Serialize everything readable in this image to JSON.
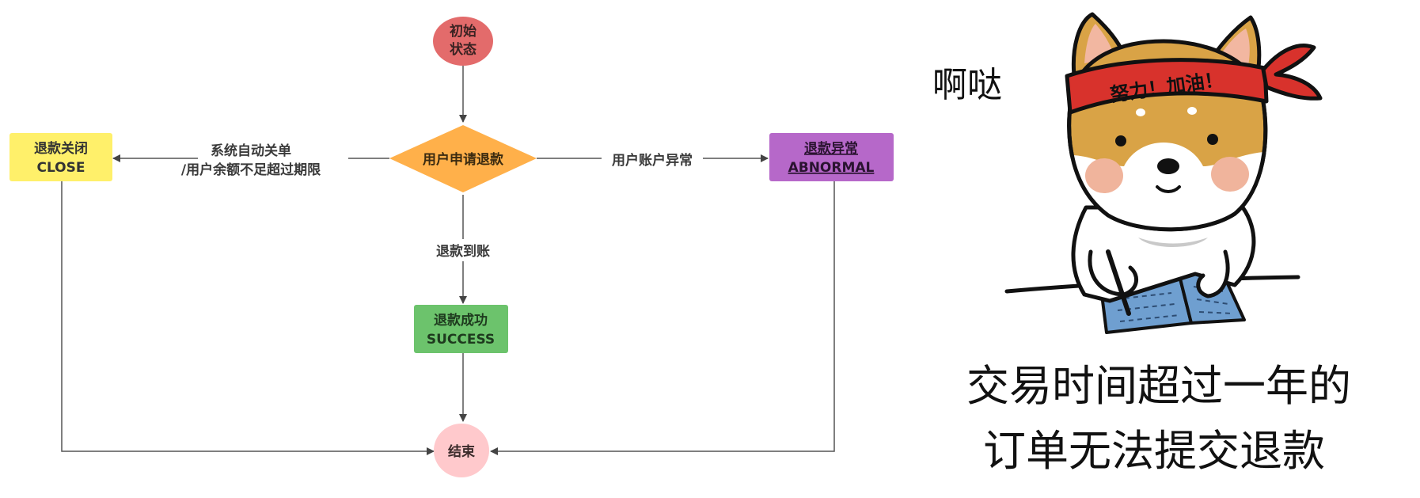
{
  "flowchart": {
    "nodes": {
      "start": {
        "line1": "初始",
        "line2": "状态",
        "color": "#e36b6b"
      },
      "decision": {
        "text": "用户申请退款",
        "color": "#ffb04a"
      },
      "close": {
        "line1": "退款关闭",
        "line2": "CLOSE",
        "color": "#fff06a"
      },
      "abnormal": {
        "line1": "退款异常",
        "line2": "ABNORMAL",
        "color": "#b668c9"
      },
      "success": {
        "line1": "退款成功",
        "line2": "SUCCESS",
        "color": "#6cc36c"
      },
      "end": {
        "text": "结束",
        "color": "#ffc9cc"
      }
    },
    "edges": {
      "to_close_line1": "系统自动关单",
      "to_close_line2": "/用户余额不足超过期限",
      "to_abnormal": "用户账户异常",
      "to_success": "退款到账"
    }
  },
  "sticker": {
    "exclaim": "啊哒",
    "headband": "努力！加油！",
    "caption_line1": "交易时间超过一年的",
    "caption_line2": "订单无法提交退款"
  }
}
